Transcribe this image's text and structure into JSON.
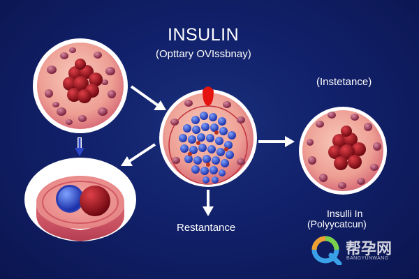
{
  "diagram": {
    "title": "INSULIN",
    "subtitle": "(Opttary OVIssbnay)",
    "label_right": "(Instetance)",
    "label_bottom": "Restantance",
    "label_bottom_right_line1": "Insulli In",
    "label_bottom_right_line2": "(Polyycatcun)"
  },
  "watermark": {
    "text": "帮孕网",
    "subtext": "BANGYUNWANG"
  },
  "colors": {
    "background": "#11206a",
    "cell_fill": "#f2b4a4",
    "nucleus_red": "#a8101a",
    "nucleus_blue": "#3f63d8",
    "arrow": "#ffffff"
  }
}
